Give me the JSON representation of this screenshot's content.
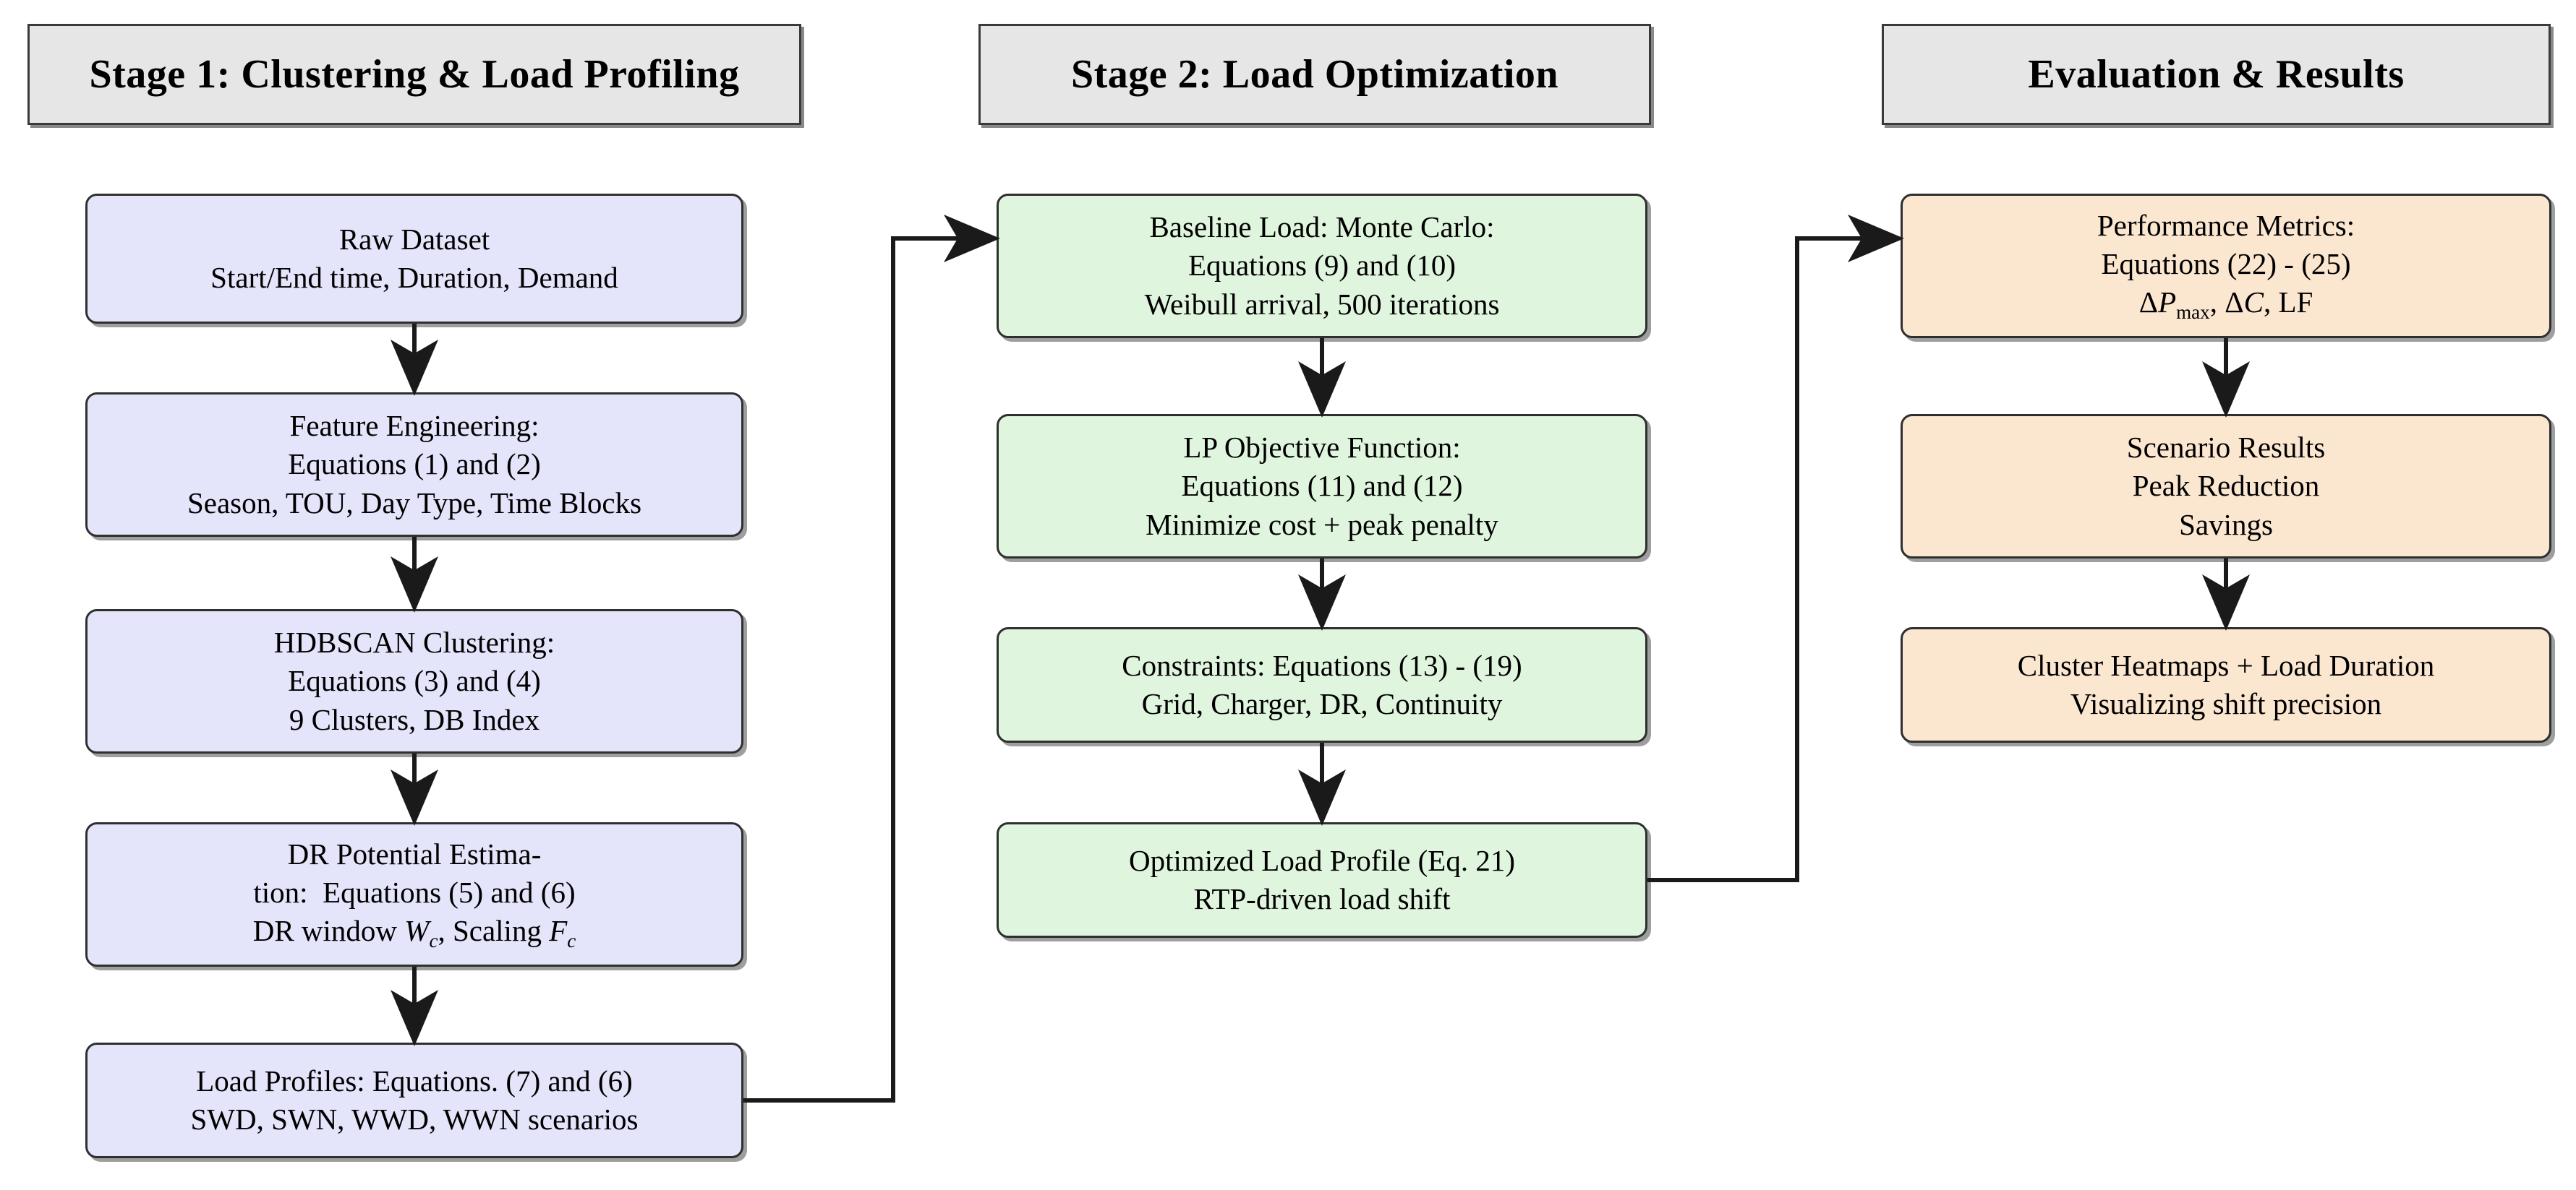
{
  "diagram": {
    "title_columns": [
      {
        "id": "stage1",
        "label": "Stage 1:  Clustering & Load Profiling"
      },
      {
        "id": "stage2",
        "label": "Stage 2:  Load Optimization"
      },
      {
        "id": "stage3",
        "label": "Evaluation & Results"
      }
    ],
    "colors": {
      "header_fill": "#e6e6e6",
      "stage1_fill": "#e4e4fa",
      "stage2_fill": "#e0f5de",
      "stage3_fill": "#fbe6d0",
      "border": "#2f2f2f",
      "connector": "#1a1a1a"
    },
    "stage1_nodes": [
      {
        "id": "raw-dataset",
        "lines": [
          "Raw Dataset",
          "Start/End time, Duration, Demand"
        ]
      },
      {
        "id": "feature-engineering",
        "lines": [
          "Feature Engineering:",
          "Equations (1) and (2)",
          "Season, TOU, Day Type, Time Blocks"
        ]
      },
      {
        "id": "hdbscan-clustering",
        "lines": [
          "HDBSCAN Clustering:",
          "Equations (3) and (4)",
          "9 Clusters, DB Index"
        ]
      },
      {
        "id": "dr-potential-estimation",
        "lines": [
          "DR Potential Estima-",
          "tion:  Equations (5) and (6)",
          "DR window W_c, Scaling F_c"
        ]
      },
      {
        "id": "load-profiles",
        "lines": [
          "Load Profiles:  Equations.  (7) and (6)",
          "SWD, SWN, WWD, WWN scenarios"
        ]
      }
    ],
    "stage2_nodes": [
      {
        "id": "baseline-load-monte-carlo",
        "lines": [
          "Baseline Load:  Monte Carlo:",
          "Equations (9) and (10)",
          "Weibull arrival, 500 iterations"
        ]
      },
      {
        "id": "lp-objective-function",
        "lines": [
          "LP Objective Function:",
          "Equations (11) and (12)",
          "Minimize cost + peak penalty"
        ]
      },
      {
        "id": "constraints",
        "lines": [
          "Constraints:  Equations (13) - (19)",
          "Grid, Charger, DR, Continuity"
        ]
      },
      {
        "id": "optimized-load-profile",
        "lines": [
          "Optimized Load Profile (Eq.  21)",
          "RTP-driven load shift"
        ]
      }
    ],
    "stage3_nodes": [
      {
        "id": "performance-metrics",
        "lines": [
          "Performance Metrics:",
          "Equations (22) - (25)",
          "ΔP_max, ΔC, LF"
        ]
      },
      {
        "id": "scenario-results",
        "lines": [
          "Scenario Results",
          "Peak Reduction",
          "Savings"
        ]
      },
      {
        "id": "cluster-heatmaps",
        "lines": [
          "Cluster Heatmaps + Load Duration",
          "Visualizing shift precision"
        ]
      }
    ]
  }
}
